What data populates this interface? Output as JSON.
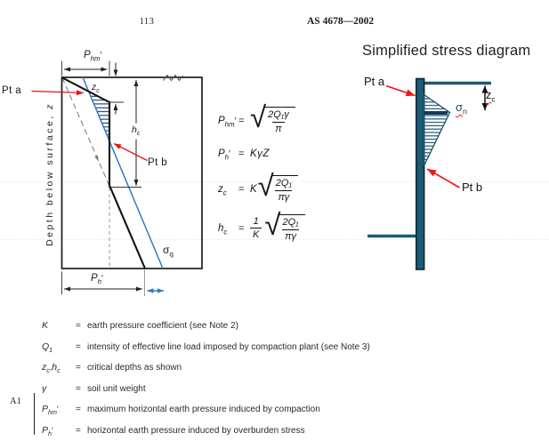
{
  "page": {
    "number": "113",
    "standard": "AS 4678—2002"
  },
  "right_panel": {
    "title": "Simplified stress diagram",
    "pt_a": "Pt a",
    "pt_b": "Pt b",
    "sigma_n": {
      "base": "σ",
      "sub": "n"
    },
    "z_c": {
      "base": "z",
      "sub": "c"
    }
  },
  "left_diagram": {
    "axis_label": {
      "text": "Depth below surface,",
      "var": "z"
    },
    "pt_a": "Pt a",
    "pt_b": "Pt b",
    "p_hm": {
      "base": "P",
      "sub": "hm",
      "suffix": "′"
    },
    "z_c": {
      "base": "z",
      "sub": "c"
    },
    "h_c": {
      "base": "h",
      "sub": "c"
    },
    "sigma_q": {
      "base": "σ",
      "sub": "q"
    },
    "p_h": {
      "base": "P",
      "sub": "h",
      "suffix": "′"
    }
  },
  "formulas": [
    {
      "lhs": {
        "base": "P",
        "sub": "hm",
        "suffix": "′"
      },
      "eq": "=",
      "radicand": {
        "num": "2Q₁γ",
        "den": "π"
      }
    },
    {
      "lhs": {
        "base": "P",
        "sub": "h",
        "suffix": "′"
      },
      "eq": "=",
      "rhs": "KγZ"
    },
    {
      "lhs": {
        "base": "z",
        "sub": "c"
      },
      "eq": "=",
      "coeff": "K",
      "radicand": {
        "num": "2Q₁",
        "den": "πγ"
      }
    },
    {
      "lhs": {
        "base": "h",
        "sub": "c"
      },
      "eq": "=",
      "coeff_frac": {
        "num": "1",
        "den": "K"
      },
      "radicand": {
        "num": "2Q₁",
        "den": "πγ"
      }
    }
  ],
  "definitions": {
    "amendment": "A1",
    "rows": [
      {
        "sym": {
          "base": "K",
          "sub": "",
          "suffix": ""
        },
        "eq": "=",
        "text": "earth pressure coefficient (see Note 2)"
      },
      {
        "sym": {
          "base": "Q",
          "sub": "1",
          "suffix": ""
        },
        "eq": "=",
        "text": "intensity of effective line load imposed by compaction plant (see Note 3)"
      },
      {
        "sym": {
          "base": "z",
          "sub": "c",
          "suffix": ","
        },
        "sym2": {
          "base": "h",
          "sub": "c",
          "suffix": ""
        },
        "eq": "=",
        "text": "critical depths as shown"
      },
      {
        "sym": {
          "base": "γ",
          "sub": "",
          "suffix": ""
        },
        "eq": "=",
        "text": "soil unit weight"
      },
      {
        "sym": {
          "base": "P",
          "sub": "hm",
          "suffix": "′"
        },
        "eq": "=",
        "text": "maximum horizontal earth pressure induced by compaction"
      },
      {
        "sym": {
          "base": "P",
          "sub": "h",
          "suffix": "′"
        },
        "eq": "=",
        "text": "horizontal earth pressure induced by overburden stress"
      }
    ]
  },
  "colors": {
    "wall_teal": "#1d5a74",
    "line_blue": "#2e7cc3",
    "arrow_red": "#e8140f",
    "hatch_navy": "#16365c"
  }
}
